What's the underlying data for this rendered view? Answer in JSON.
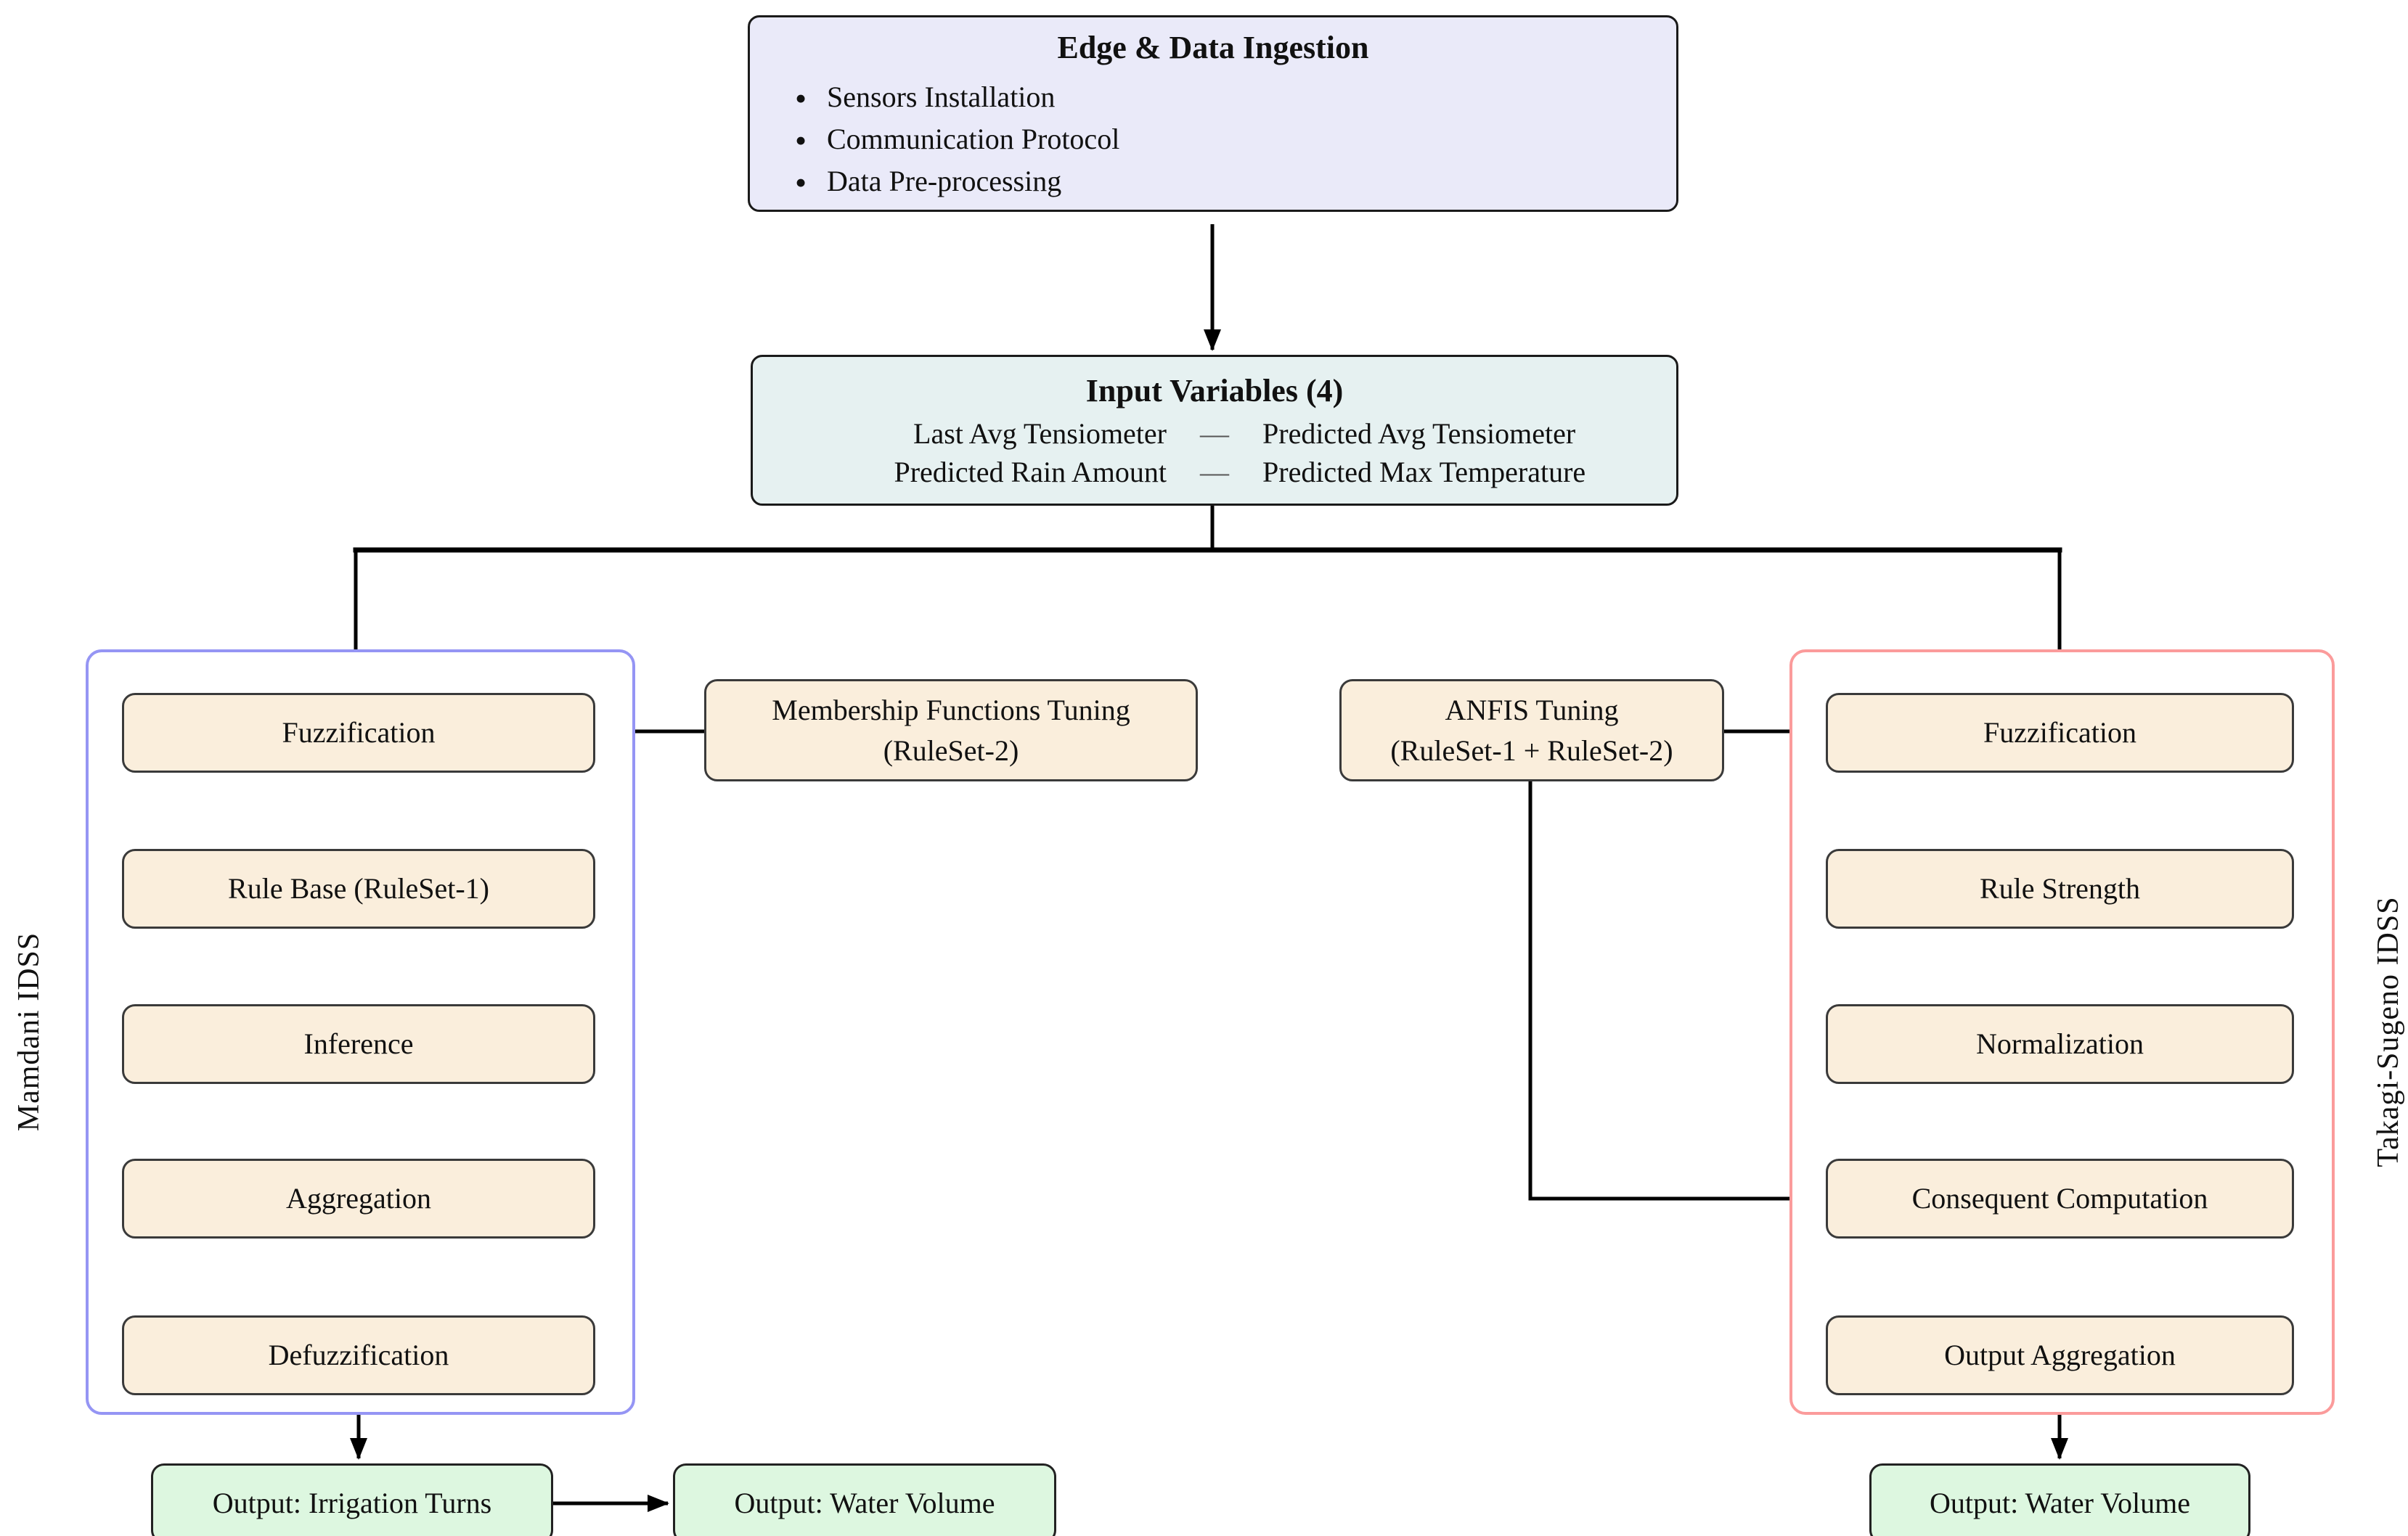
{
  "diagram": {
    "edge_ingestion": {
      "title": "Edge & Data Ingestion",
      "bullets": [
        "Sensors Installation",
        "Communication Protocol",
        "Data Pre-processing"
      ]
    },
    "input_variables": {
      "title": "Input Variables (4)",
      "row1_left": "Last Avg Tensiometer",
      "row1_right": "Predicted Avg Tensiometer",
      "row2_left": "Predicted Rain Amount",
      "row2_right": "Predicted Max Temperature",
      "separator": "—"
    },
    "mamdani": {
      "label": "Mamdani IDSS",
      "steps": [
        "Fuzzification",
        "Rule Base (RuleSet-1)",
        "Inference",
        "Aggregation",
        "Defuzzification"
      ]
    },
    "takagi": {
      "label": "Takagi-Sugeno IDSS",
      "steps": [
        "Fuzzification",
        "Rule Strength",
        "Normalization",
        "Consequent Computation",
        "Output Aggregation"
      ]
    },
    "tuning_left": {
      "line1": "Membership Functions Tuning",
      "line2": "(RuleSet-2)"
    },
    "tuning_right": {
      "line1": "ANFIS Tuning",
      "line2": "(RuleSet-1 + RuleSet-2)"
    },
    "outputs": {
      "mamdani_turns": "Output: Irrigation Turns",
      "mamdani_volume": "Output: Water Volume",
      "takagi_volume": "Output: Water Volume"
    },
    "colors": {
      "process_fill": "#faeedc",
      "output_fill": "#ddf7e0",
      "header_fill": "#eaeaf9",
      "input_fill": "#e6f1f1",
      "mamdani_frame": "#9595f4",
      "takagi_frame": "#fb9b9b",
      "arrow": "#000000"
    }
  }
}
